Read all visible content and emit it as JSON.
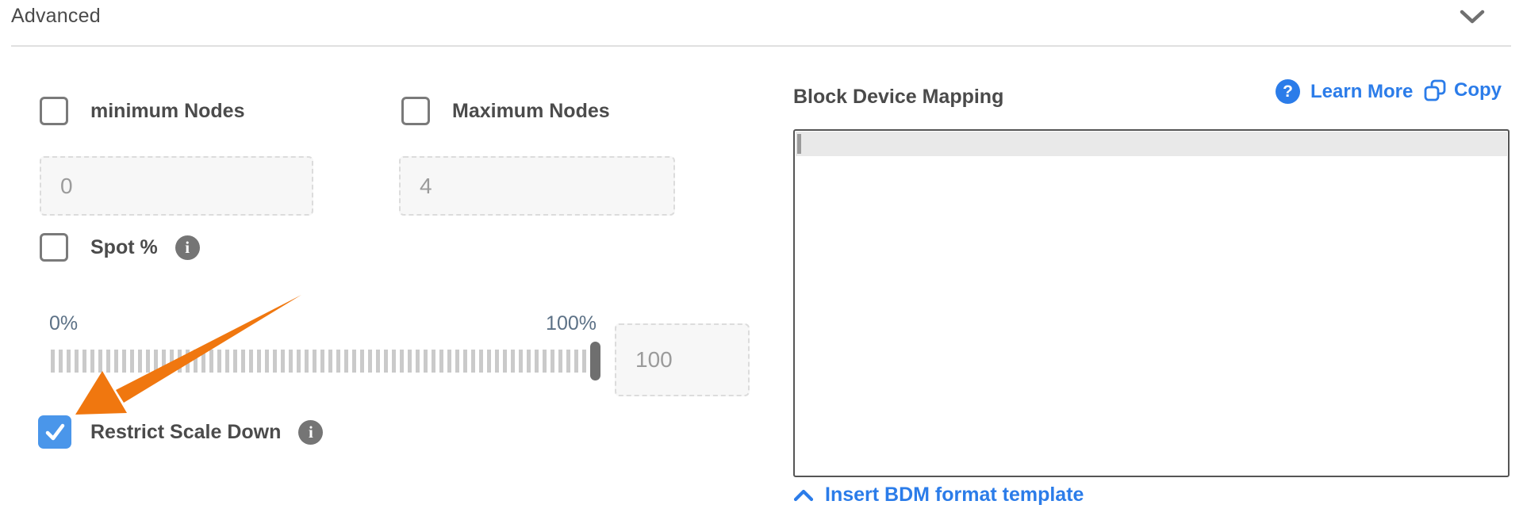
{
  "header": {
    "title": "Advanced",
    "collapse_icon": "chevron-down-icon"
  },
  "advanced_section": {
    "min_nodes": {
      "label": "minimum Nodes",
      "checked": false,
      "input_value": "0"
    },
    "max_nodes": {
      "label": "Maximum Nodes",
      "checked": false,
      "input_value": "4"
    },
    "spot": {
      "label": "Spot %",
      "checked": false,
      "info_icon": "info-icon"
    },
    "spot_slider": {
      "min_label": "0%",
      "max_label": "100%",
      "value": 100,
      "value_input": "100"
    },
    "restrict_scale_down": {
      "label": "Restrict Scale Down",
      "checked": true,
      "info_icon": "info-icon"
    }
  },
  "bdm": {
    "title": "Block Device Mapping",
    "learn_more_label": "Learn More",
    "learn_more_icon": "question-circle-icon",
    "copy_label": "Copy",
    "copy_icon": "copy-icon",
    "editor_content": "",
    "insert_template_label": "Insert BDM format template",
    "insert_template_icon": "chevron-up-icon"
  },
  "annotation": {
    "type": "arrow",
    "points_at": "restrict-scale-down-checkbox"
  },
  "colors": {
    "link_blue": "#2b7ce9",
    "checked_checkbox_blue": "#4a96ea",
    "annotation_orange": "#f0770f",
    "slider_tick_gray": "#cacaca",
    "slider_handle_gray": "#6f6f6f",
    "label_gray": "#4b4b4b",
    "slider_label_slate": "#5c7186",
    "input_bg": "#f7f7f7"
  }
}
